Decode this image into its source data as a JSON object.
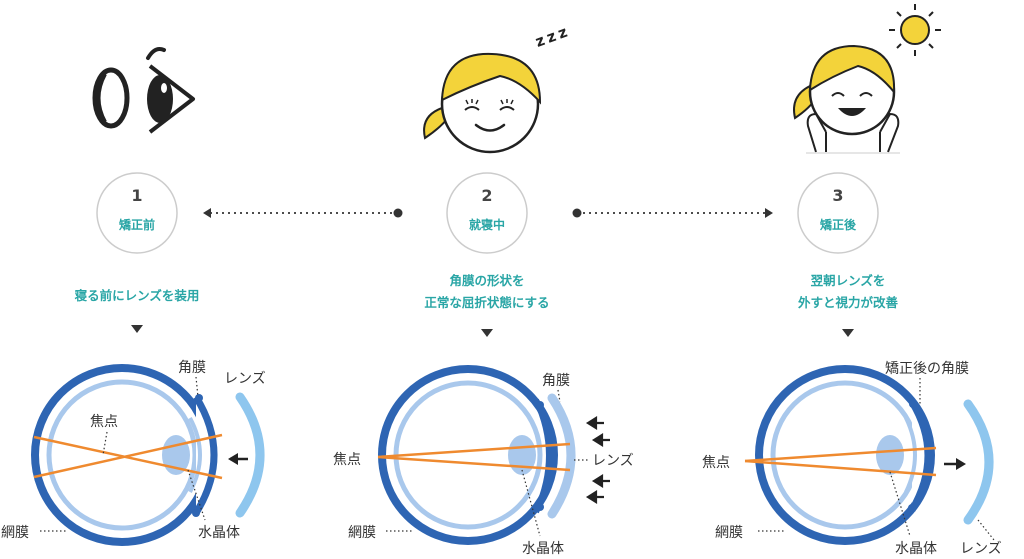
{
  "colors": {
    "accent": "#2aa6a6",
    "eye_outer": "#2e65b3",
    "eye_inner": "#a9c8ec",
    "lens": "#8ec6ee",
    "ray": "#ef8a2f",
    "hair": "#f3d33a",
    "sun": "#f3d33a"
  },
  "steps": [
    {
      "number": "1",
      "title": "矯正前",
      "caption": [
        "寝る前にレンズを装用"
      ],
      "labels": {
        "cornea": "角膜",
        "lens": "レンズ",
        "focus": "焦点",
        "retina": "網膜",
        "crystalline": "水晶体"
      }
    },
    {
      "number": "2",
      "title": "就寝中",
      "caption": [
        "角膜の形状を",
        "正常な屈折状態にする"
      ],
      "labels": {
        "cornea": "角膜",
        "lens": "レンズ",
        "focus": "焦点",
        "retina": "網膜",
        "crystalline": "水晶体"
      }
    },
    {
      "number": "3",
      "title": "矯正後",
      "caption": [
        "翌朝レンズを",
        "外すと視力が改善"
      ],
      "labels": {
        "cornea": "矯正後の角膜",
        "lens": "レンズ",
        "focus": "焦点",
        "retina": "網膜",
        "crystalline": "水晶体"
      }
    }
  ],
  "icons": {
    "step1": "eye-and-contact-lens-icon",
    "step2": "sleeping-girl-icon",
    "step3": "waking-girl-with-sun-icon",
    "zzz_text": "z z z"
  }
}
